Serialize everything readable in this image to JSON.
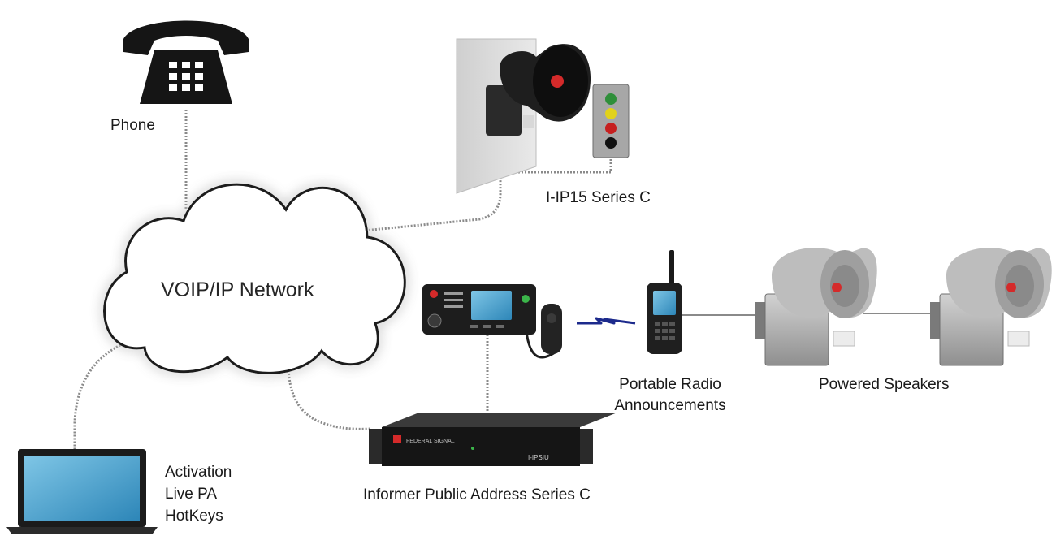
{
  "network": {
    "label": "VOIP/IP Network"
  },
  "devices": {
    "phone": {
      "label": "Phone",
      "icon": "telephone-icon"
    },
    "iip15": {
      "label": "I-IP15 Series C",
      "icon": "horn-speaker-with-control-station-icon"
    },
    "laptop": {
      "lines": [
        "Activation",
        "Live PA",
        "HotKeys"
      ],
      "icon": "laptop-icon"
    },
    "informer": {
      "label": "Informer Public Address Series C",
      "icon": "rack-unit-icon",
      "panel_text": "I-IPSIU",
      "brand_text": "FEDERAL SIGNAL"
    },
    "radio_console": {
      "icon": "mobile-radio-with-microphone-icon"
    },
    "portable_radio": {
      "lines": [
        "Portable Radio",
        "Announcements"
      ],
      "icon": "handheld-radio-icon"
    },
    "speakers": {
      "label": "Powered Speakers",
      "icon": "horn-speaker-icon"
    }
  },
  "colors": {
    "cable": "#8a8a8a",
    "radio_link": "#1c2a8c",
    "cloud_glow": "#bfe6d6",
    "device_black": "#1d1d1d",
    "speaker_gray": "#b5b5b5",
    "accent_red": "#d42a2a"
  }
}
